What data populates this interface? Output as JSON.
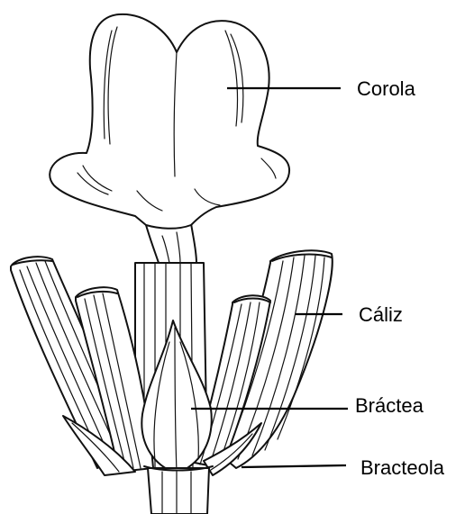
{
  "labels": {
    "corola": "Corola",
    "caliz": "Cáliz",
    "bractea": "Bráctea",
    "bracteola": "Bracteola"
  }
}
